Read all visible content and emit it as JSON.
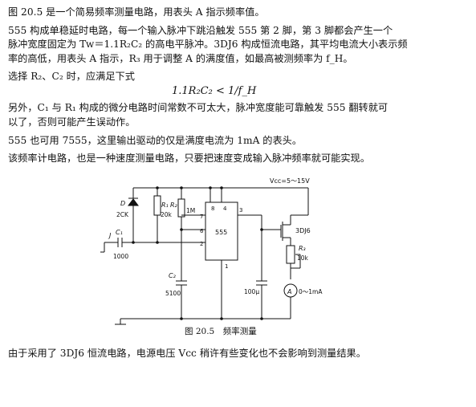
{
  "paragraphs": [
    "图 20.5 是一个简易频率测量电路，用表头 A 指示频率值。",
    "555 构成单稳延时电路，每一个输入脉冲下跳沿触发 555 第 2 脚，第 3 脚都会产生一个",
    "脉冲宽度固定为 Tw＝1.1R₂C₂ 的高电平脉冲。3DJ6 构成恒流电路，其平均电流大小表示频",
    "率的高低，用表头 A 指示，R₃ 用于调整 A 的满度值，如最高被测频率为 f_H。",
    "选择 R₂、C₂ 时，应满足下式",
    "另外，C₁ 与 R₁ 构成的微分电路时间常数不可太大，脉冲宽度能可靠触发 555 翻转就可",
    "以了，否则可能产生误动作。",
    "555 也可用 7555，这里输出驱动的仅是满度电流为 1mA 的表头。",
    "该频率计电路，也是一种速度测量电路，只要把速度变成输入脉冲频率就可能实现。",
    "由于采用了 3DJ6 恒流电路，电源电压 Vcc 稍许有些变化也不会影响到测量结果。"
  ],
  "formula": "1.1R₂C₂ < 1/f_H",
  "figure": {
    "caption": "图 20.5　频率测量",
    "labels": {
      "vcc": "Vcc=5～15V",
      "d": "D",
      "d_part": "2CK",
      "r1": "R₁",
      "r1_val": "20k",
      "r2": "R₂",
      "r2_val": "1M",
      "ic": "555",
      "pin8": "8",
      "pin4": "4",
      "pin3": "3",
      "pin7": "7",
      "pin6": "6",
      "pin2": "2",
      "pin1": "1",
      "input_mark": "J",
      "c1": "C₁",
      "c1_val": "1000",
      "c2": "C₂",
      "c2_val": "5100",
      "fet": "3DJ6",
      "r3": "R₃",
      "r3_val": "10k",
      "cap_val": "100μ",
      "meter": "A",
      "meter_range": "0～1mA"
    }
  }
}
